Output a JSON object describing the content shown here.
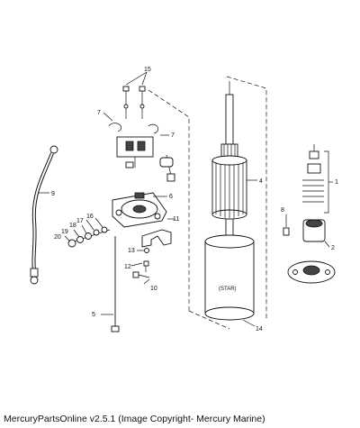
{
  "callouts": [
    {
      "id": "c1",
      "text": "1"
    },
    {
      "id": "c2",
      "text": "2"
    },
    {
      "id": "c4",
      "text": "4"
    },
    {
      "id": "c5",
      "text": "5"
    },
    {
      "id": "c6",
      "text": "6"
    },
    {
      "id": "c7a",
      "text": "7"
    },
    {
      "id": "c7b",
      "text": "7"
    },
    {
      "id": "c8",
      "text": "8"
    },
    {
      "id": "c9",
      "text": "9"
    },
    {
      "id": "c10",
      "text": "10"
    },
    {
      "id": "c11",
      "text": "11"
    },
    {
      "id": "c12",
      "text": "12"
    },
    {
      "id": "c13",
      "text": "13"
    },
    {
      "id": "c14",
      "text": "14"
    },
    {
      "id": "c15",
      "text": "15"
    },
    {
      "id": "c16",
      "text": "16"
    },
    {
      "id": "c17",
      "text": "17"
    },
    {
      "id": "c18",
      "text": "18"
    },
    {
      "id": "c19",
      "text": "19"
    },
    {
      "id": "c20",
      "text": "20"
    }
  ],
  "frame_label": "(STAR)",
  "copyright": "MercuryPartsOnline v2.5.1 (Image Copyright- Mercury Marine)"
}
